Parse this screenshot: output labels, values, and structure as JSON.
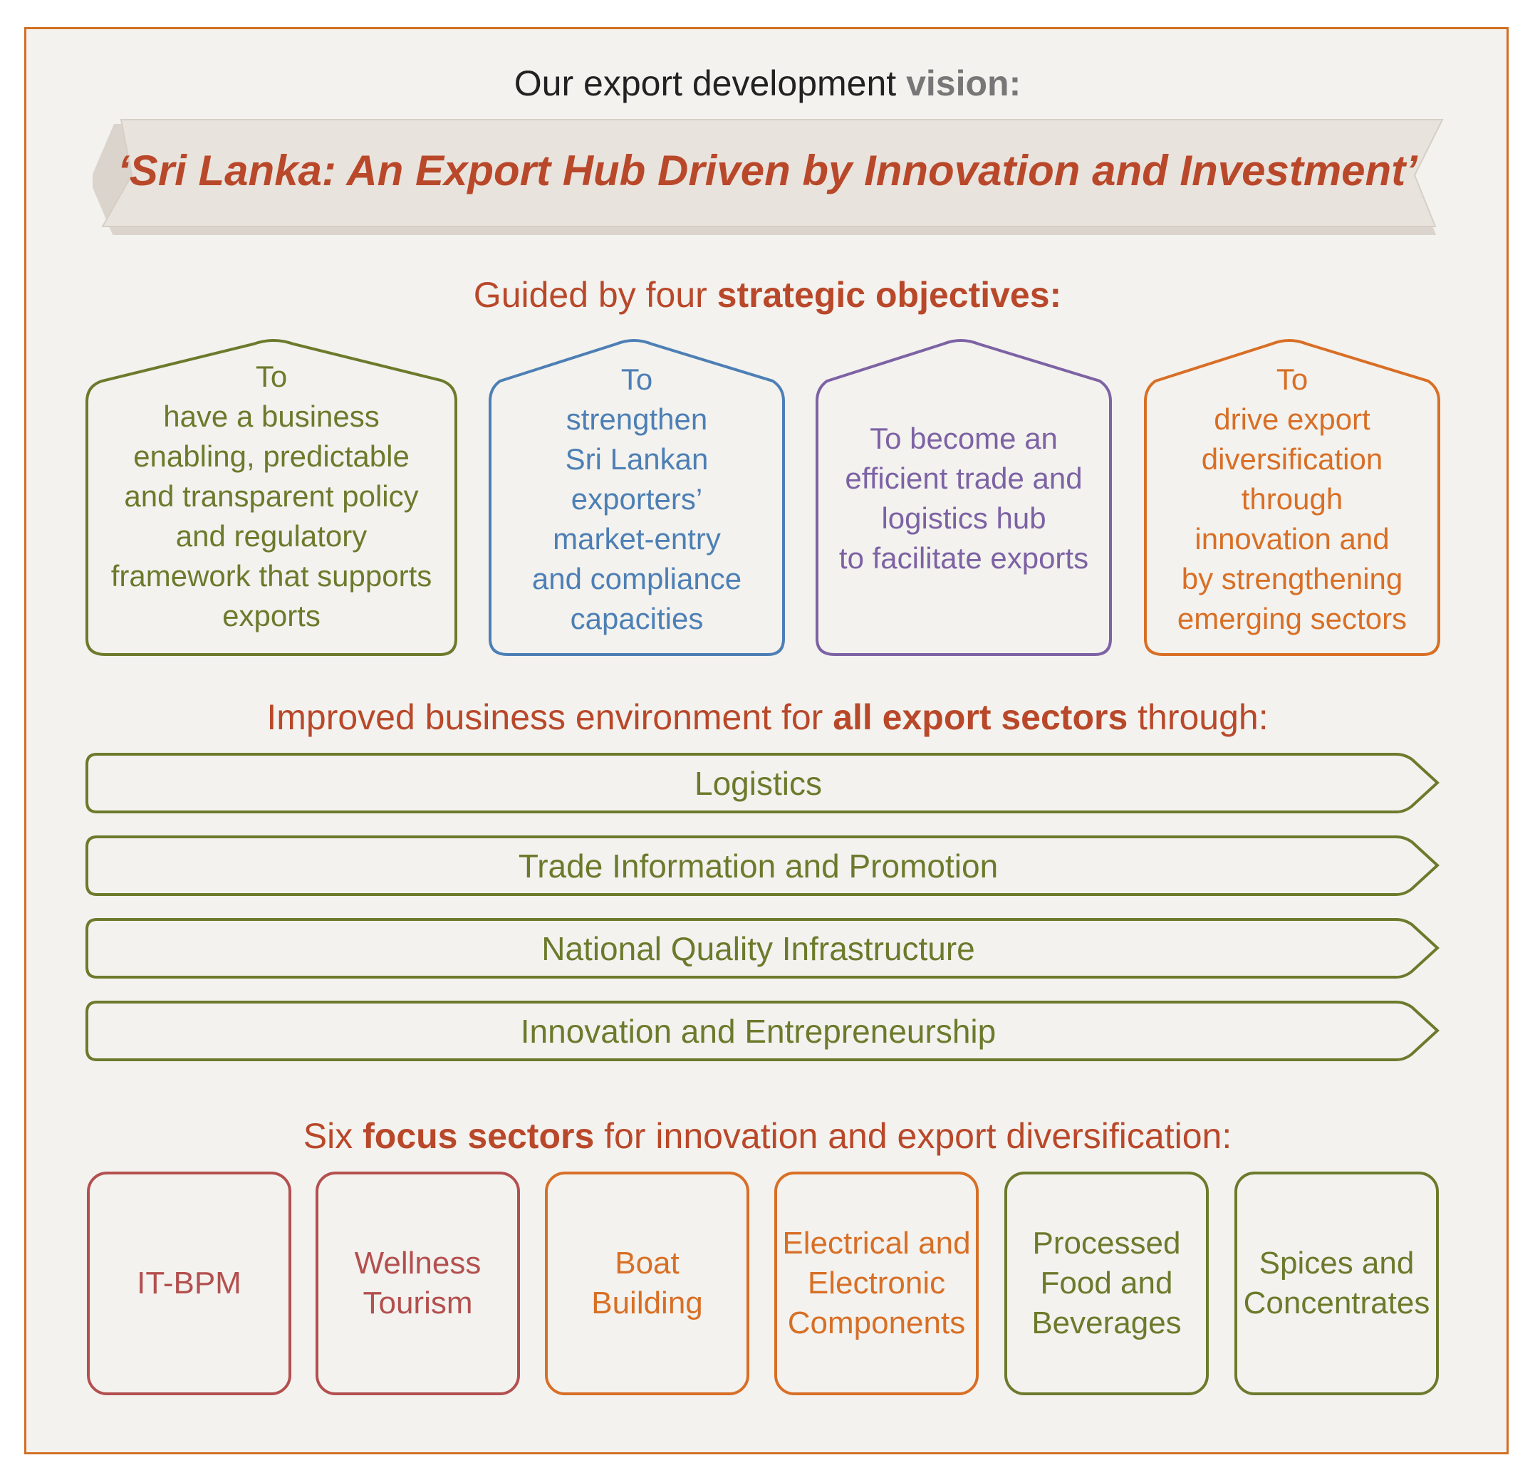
{
  "colors": {
    "frame": "#d26f24",
    "background": "#f3f2ee",
    "accent_red": "#b9482a",
    "olive": "#6c7a2c",
    "blue": "#4d7fb5",
    "purple": "#7d62a4",
    "orange": "#d86f26",
    "rose": "#b3504f"
  },
  "vision": {
    "intro": "Our export development ",
    "intro_em": "vision",
    "intro_end": ":",
    "statement": "‘Sri Lanka: An Export Hub Driven by Innovation and Investment’"
  },
  "objectives": {
    "heading_pre": "Guided by four ",
    "heading_em": "strategic objectives:",
    "items": [
      {
        "color": "olive",
        "lines": [
          "To",
          "have a business",
          "enabling, predictable",
          "and transparent policy",
          "and regulatory",
          "framework that supports",
          "exports"
        ]
      },
      {
        "color": "blue",
        "lines": [
          "To",
          "strengthen",
          "Sri Lankan",
          "exporters’",
          "market-entry",
          "and compliance",
          "capacities"
        ]
      },
      {
        "color": "purple",
        "lines": [
          "To become an",
          "efficient trade and",
          "logistics hub",
          "to facilitate exports"
        ]
      },
      {
        "color": "orange",
        "lines": [
          "To",
          "drive export",
          "diversification",
          "through",
          "innovation and",
          "by strengthening",
          "emerging sectors"
        ]
      }
    ]
  },
  "environment": {
    "heading_pre": "Improved business environment for ",
    "heading_em": "all export sectors",
    "heading_post": " through:",
    "items": [
      "Logistics",
      "Trade Information and Promotion",
      "National Quality Infrastructure",
      "Innovation and Entrepreneurship"
    ]
  },
  "sectors": {
    "heading_pre": "Six ",
    "heading_em": "focus sectors",
    "heading_post": " for innovation and export diversification:",
    "items": [
      {
        "color": "rose",
        "lines": [
          "IT-BPM"
        ]
      },
      {
        "color": "rose",
        "lines": [
          "Wellness",
          "Tourism"
        ]
      },
      {
        "color": "orange",
        "lines": [
          "Boat",
          "Building"
        ]
      },
      {
        "color": "orange",
        "lines": [
          "Electrical and",
          "Electronic",
          "Components"
        ]
      },
      {
        "color": "olive",
        "lines": [
          "Processed",
          "Food and",
          "Beverages"
        ]
      },
      {
        "color": "olive",
        "lines": [
          "Spices and",
          "Concentrates"
        ]
      }
    ]
  }
}
